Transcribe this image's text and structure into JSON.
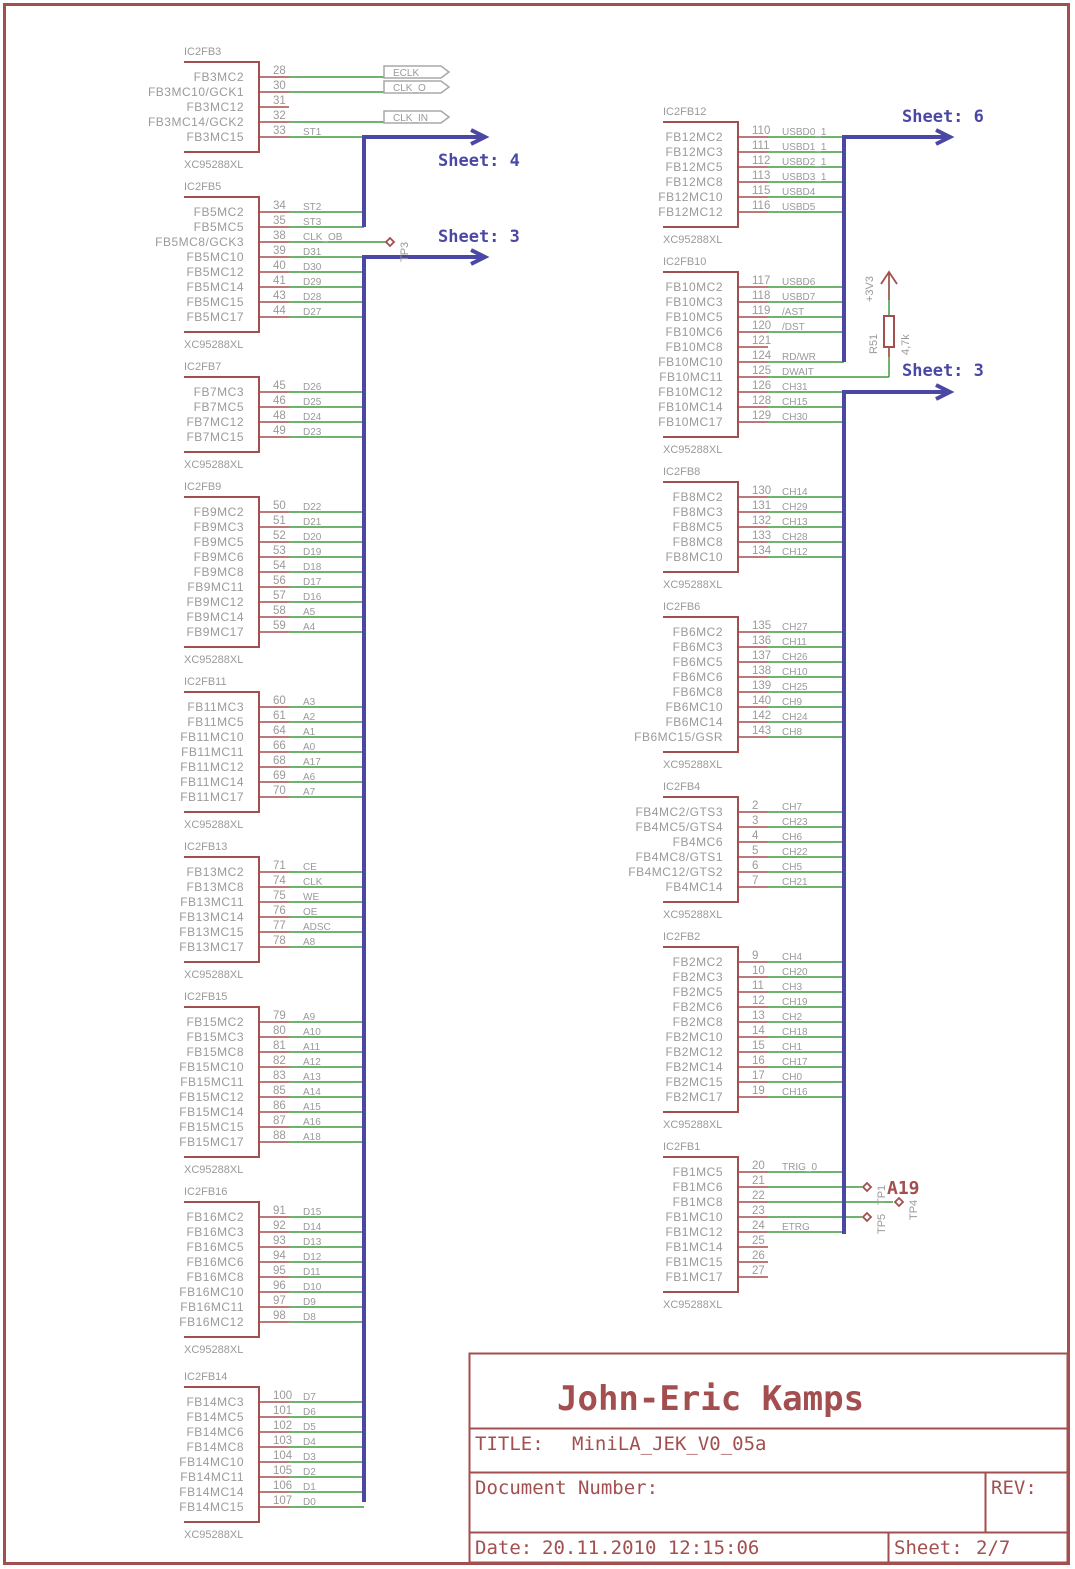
{
  "colors": {
    "frame": "#a34f4f",
    "symbol": "#a34f4f",
    "net": "#3f9a3f",
    "bus": "#4a48a4",
    "text": "#9a9a9a"
  },
  "left_column": [
    {
      "ref": "IC2FB3",
      "value": "XC95288XL",
      "pins": [
        {
          "name": "FB3MC2",
          "num": "28",
          "net": "",
          "port": "ECLK"
        },
        {
          "name": "FB3MC10/GCK1",
          "num": "30",
          "net": "",
          "port": "CLK_O"
        },
        {
          "name": "FB3MC12",
          "num": "31",
          "net": ""
        },
        {
          "name": "FB3MC14/GCK2",
          "num": "32",
          "net": "",
          "port": "CLK_IN"
        },
        {
          "name": "FB3MC15",
          "num": "33",
          "net": "ST1"
        }
      ]
    },
    {
      "ref": "IC2FB5",
      "value": "XC95288XL",
      "pins": [
        {
          "name": "FB5MC2",
          "num": "34",
          "net": "ST2"
        },
        {
          "name": "FB5MC5",
          "num": "35",
          "net": "ST3"
        },
        {
          "name": "FB5MC8/GCK3",
          "num": "38",
          "net": "CLK_OB",
          "testpoint": "TP3"
        },
        {
          "name": "FB5MC10",
          "num": "39",
          "net": "D31"
        },
        {
          "name": "FB5MC12",
          "num": "40",
          "net": "D30"
        },
        {
          "name": "FB5MC14",
          "num": "41",
          "net": "D29"
        },
        {
          "name": "FB5MC15",
          "num": "43",
          "net": "D28"
        },
        {
          "name": "FB5MC17",
          "num": "44",
          "net": "D27"
        }
      ]
    },
    {
      "ref": "IC2FB7",
      "value": "XC95288XL",
      "pins": [
        {
          "name": "FB7MC3",
          "num": "45",
          "net": "D26"
        },
        {
          "name": "FB7MC5",
          "num": "46",
          "net": "D25"
        },
        {
          "name": "FB7MC12",
          "num": "48",
          "net": "D24"
        },
        {
          "name": "FB7MC15",
          "num": "49",
          "net": "D23"
        }
      ]
    },
    {
      "ref": "IC2FB9",
      "value": "XC95288XL",
      "pins": [
        {
          "name": "FB9MC2",
          "num": "50",
          "net": "D22"
        },
        {
          "name": "FB9MC3",
          "num": "51",
          "net": "D21"
        },
        {
          "name": "FB9MC5",
          "num": "52",
          "net": "D20"
        },
        {
          "name": "FB9MC6",
          "num": "53",
          "net": "D19"
        },
        {
          "name": "FB9MC8",
          "num": "54",
          "net": "D18"
        },
        {
          "name": "FB9MC11",
          "num": "56",
          "net": "D17"
        },
        {
          "name": "FB9MC12",
          "num": "57",
          "net": "D16"
        },
        {
          "name": "FB9MC14",
          "num": "58",
          "net": "A5"
        },
        {
          "name": "FB9MC17",
          "num": "59",
          "net": "A4"
        }
      ]
    },
    {
      "ref": "IC2FB11",
      "value": "XC95288XL",
      "pins": [
        {
          "name": "FB11MC3",
          "num": "60",
          "net": "A3"
        },
        {
          "name": "FB11MC5",
          "num": "61",
          "net": "A2"
        },
        {
          "name": "FB11MC10",
          "num": "64",
          "net": "A1"
        },
        {
          "name": "FB11MC11",
          "num": "66",
          "net": "A0"
        },
        {
          "name": "FB11MC12",
          "num": "68",
          "net": "A17"
        },
        {
          "name": "FB11MC14",
          "num": "69",
          "net": "A6"
        },
        {
          "name": "FB11MC17",
          "num": "70",
          "net": "A7"
        }
      ]
    },
    {
      "ref": "IC2FB13",
      "value": "XC95288XL",
      "pins": [
        {
          "name": "FB13MC2",
          "num": "71",
          "net": "CE"
        },
        {
          "name": "FB13MC8",
          "num": "74",
          "net": "CLK"
        },
        {
          "name": "FB13MC11",
          "num": "75",
          "net": "WE"
        },
        {
          "name": "FB13MC14",
          "num": "76",
          "net": "OE"
        },
        {
          "name": "FB13MC15",
          "num": "77",
          "net": "ADSC"
        },
        {
          "name": "FB13MC17",
          "num": "78",
          "net": "A8"
        }
      ]
    },
    {
      "ref": "IC2FB15",
      "value": "XC95288XL",
      "pins": [
        {
          "name": "FB15MC2",
          "num": "79",
          "net": "A9"
        },
        {
          "name": "FB15MC3",
          "num": "80",
          "net": "A10"
        },
        {
          "name": "FB15MC8",
          "num": "81",
          "net": "A11"
        },
        {
          "name": "FB15MC10",
          "num": "82",
          "net": "A12"
        },
        {
          "name": "FB15MC11",
          "num": "83",
          "net": "A13"
        },
        {
          "name": "FB15MC12",
          "num": "85",
          "net": "A14"
        },
        {
          "name": "FB15MC14",
          "num": "86",
          "net": "A15"
        },
        {
          "name": "FB15MC15",
          "num": "87",
          "net": "A16"
        },
        {
          "name": "FB15MC17",
          "num": "88",
          "net": "A18"
        }
      ]
    },
    {
      "ref": "IC2FB16",
      "value": "XC95288XL",
      "pins": [
        {
          "name": "FB16MC2",
          "num": "91",
          "net": "D15"
        },
        {
          "name": "FB16MC3",
          "num": "92",
          "net": "D14"
        },
        {
          "name": "FB16MC5",
          "num": "93",
          "net": "D13"
        },
        {
          "name": "FB16MC6",
          "num": "94",
          "net": "D12"
        },
        {
          "name": "FB16MC8",
          "num": "95",
          "net": "D11"
        },
        {
          "name": "FB16MC10",
          "num": "96",
          "net": "D10"
        },
        {
          "name": "FB16MC11",
          "num": "97",
          "net": "D9"
        },
        {
          "name": "FB16MC12",
          "num": "98",
          "net": "D8"
        }
      ]
    },
    {
      "ref": "IC2FB14",
      "value": "XC95288XL",
      "pins": [
        {
          "name": "FB14MC3",
          "num": "100",
          "net": "D7"
        },
        {
          "name": "FB14MC5",
          "num": "101",
          "net": "D6"
        },
        {
          "name": "FB14MC6",
          "num": "102",
          "net": "D5"
        },
        {
          "name": "FB14MC8",
          "num": "103",
          "net": "D4"
        },
        {
          "name": "FB14MC10",
          "num": "104",
          "net": "D3"
        },
        {
          "name": "FB14MC11",
          "num": "105",
          "net": "D2"
        },
        {
          "name": "FB14MC14",
          "num": "106",
          "net": "D1"
        },
        {
          "name": "FB14MC15",
          "num": "107",
          "net": "D0"
        }
      ]
    }
  ],
  "right_column": [
    {
      "ref": "IC2FB12",
      "value": "XC95288XL",
      "pins": [
        {
          "name": "FB12MC2",
          "num": "110",
          "net": "USBD0_1"
        },
        {
          "name": "FB12MC3",
          "num": "111",
          "net": "USBD1_1"
        },
        {
          "name": "FB12MC5",
          "num": "112",
          "net": "USBD2_1"
        },
        {
          "name": "FB12MC8",
          "num": "113",
          "net": "USBD3_1"
        },
        {
          "name": "FB12MC10",
          "num": "115",
          "net": "USBD4"
        },
        {
          "name": "FB12MC12",
          "num": "116",
          "net": "USBD5"
        }
      ]
    },
    {
      "ref": "IC2FB10",
      "value": "XC95288XL",
      "pins": [
        {
          "name": "FB10MC2",
          "num": "117",
          "net": "USBD6"
        },
        {
          "name": "FB10MC3",
          "num": "118",
          "net": "USBD7"
        },
        {
          "name": "FB10MC5",
          "num": "119",
          "net": "/AST"
        },
        {
          "name": "FB10MC6",
          "num": "120",
          "net": "/DST"
        },
        {
          "name": "FB10MC8",
          "num": "121",
          "net": ""
        },
        {
          "name": "FB10MC10",
          "num": "124",
          "net": "RD/WR"
        },
        {
          "name": "FB10MC11",
          "num": "125",
          "net": "DWAIT"
        },
        {
          "name": "FB10MC12",
          "num": "126",
          "net": "CH31"
        },
        {
          "name": "FB10MC14",
          "num": "128",
          "net": "CH15"
        },
        {
          "name": "FB10MC17",
          "num": "129",
          "net": "CH30"
        }
      ]
    },
    {
      "ref": "IC2FB8",
      "value": "XC95288XL",
      "pins": [
        {
          "name": "FB8MC2",
          "num": "130",
          "net": "CH14"
        },
        {
          "name": "FB8MC3",
          "num": "131",
          "net": "CH29"
        },
        {
          "name": "FB8MC5",
          "num": "132",
          "net": "CH13"
        },
        {
          "name": "FB8MC8",
          "num": "133",
          "net": "CH28"
        },
        {
          "name": "FB8MC10",
          "num": "134",
          "net": "CH12"
        }
      ]
    },
    {
      "ref": "IC2FB6",
      "value": "XC95288XL",
      "pins": [
        {
          "name": "FB6MC2",
          "num": "135",
          "net": "CH27"
        },
        {
          "name": "FB6MC3",
          "num": "136",
          "net": "CH11"
        },
        {
          "name": "FB6MC5",
          "num": "137",
          "net": "CH26"
        },
        {
          "name": "FB6MC6",
          "num": "138",
          "net": "CH10"
        },
        {
          "name": "FB6MC8",
          "num": "139",
          "net": "CH25"
        },
        {
          "name": "FB6MC10",
          "num": "140",
          "net": "CH9"
        },
        {
          "name": "FB6MC14",
          "num": "142",
          "net": "CH24"
        },
        {
          "name": "FB6MC15/GSR",
          "num": "143",
          "net": "CH8"
        }
      ]
    },
    {
      "ref": "IC2FB4",
      "value": "XC95288XL",
      "pins": [
        {
          "name": "FB4MC2/GTS3",
          "num": "2",
          "net": "CH7"
        },
        {
          "name": "FB4MC5/GTS4",
          "num": "3",
          "net": "CH23"
        },
        {
          "name": "FB4MC6",
          "num": "4",
          "net": "CH6"
        },
        {
          "name": "FB4MC8/GTS1",
          "num": "5",
          "net": "CH22"
        },
        {
          "name": "FB4MC12/GTS2",
          "num": "6",
          "net": "CH5"
        },
        {
          "name": "FB4MC14",
          "num": "7",
          "net": "CH21"
        }
      ]
    },
    {
      "ref": "IC2FB2",
      "value": "XC95288XL",
      "pins": [
        {
          "name": "FB2MC2",
          "num": "9",
          "net": "CH4"
        },
        {
          "name": "FB2MC3",
          "num": "10",
          "net": "CH20"
        },
        {
          "name": "FB2MC5",
          "num": "11",
          "net": "CH3"
        },
        {
          "name": "FB2MC6",
          "num": "12",
          "net": "CH19"
        },
        {
          "name": "FB2MC8",
          "num": "13",
          "net": "CH2"
        },
        {
          "name": "FB2MC10",
          "num": "14",
          "net": "CH18"
        },
        {
          "name": "FB2MC12",
          "num": "15",
          "net": "CH1"
        },
        {
          "name": "FB2MC14",
          "num": "16",
          "net": "CH17"
        },
        {
          "name": "FB2MC15",
          "num": "17",
          "net": "CH0"
        },
        {
          "name": "FB2MC17",
          "num": "19",
          "net": "CH16"
        }
      ]
    },
    {
      "ref": "IC2FB1",
      "value": "XC95288XL",
      "pins": [
        {
          "name": "FB1MC5",
          "num": "20",
          "net": "TRIG_0"
        },
        {
          "name": "FB1MC6",
          "num": "21",
          "net": "",
          "testpoint": "TP1"
        },
        {
          "name": "FB1MC8",
          "num": "22",
          "net": "",
          "testpoint": "TP4"
        },
        {
          "name": "FB1MC10",
          "num": "23",
          "net": "",
          "testpoint": "TP5"
        },
        {
          "name": "FB1MC12",
          "num": "24",
          "net": "ETRG"
        },
        {
          "name": "FB1MC14",
          "num": "25",
          "net": ""
        },
        {
          "name": "FB1MC15",
          "num": "26",
          "net": ""
        },
        {
          "name": "FB1MC17",
          "num": "27",
          "net": ""
        }
      ]
    }
  ],
  "sheet_refs": {
    "left_top": "Sheet:  4",
    "left_bottom": "Sheet:  3",
    "right_top": "Sheet:  6",
    "right_bottom": "Sheet:  3"
  },
  "resistor": {
    "ref": "R51",
    "value": "4,7k",
    "supply": "+3V3"
  },
  "tp_cluster_label": "A19",
  "title_block": {
    "author": "John-Eric Kamps",
    "title_label": "TITLE:",
    "title_value": "MiniLA_JEK_V0_05a",
    "doc_number_label": "Document Number:",
    "rev_label": "REV:",
    "date_label": "Date:",
    "date_value": "20.11.2010 12:15:06",
    "sheet_label": "Sheet:",
    "sheet_value": "2/7"
  }
}
